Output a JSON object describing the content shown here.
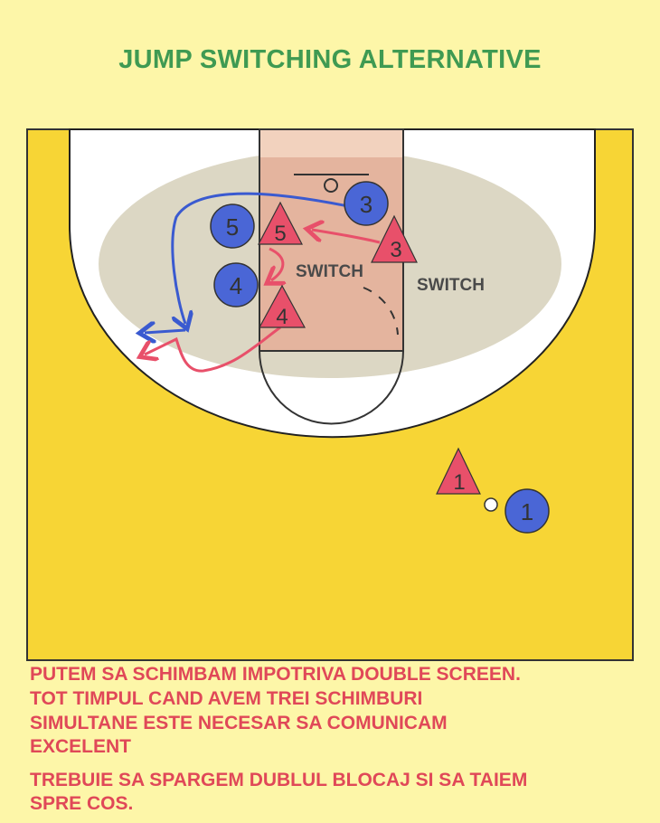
{
  "title": "JUMP SWITCHING ALTERNATIVE",
  "diagram": {
    "labels": {
      "switch_inner": "SWITCH",
      "switch_outer": "SWITCH"
    },
    "offense": [
      {
        "number": "3"
      },
      {
        "number": "5"
      },
      {
        "number": "4"
      },
      {
        "number": "1"
      }
    ],
    "defense": [
      {
        "number": "5"
      },
      {
        "number": "3"
      },
      {
        "number": "4"
      },
      {
        "number": "1"
      }
    ],
    "colors": {
      "offense": "#4a66d6",
      "defense": "#e8506a",
      "court": "#f7d535",
      "background": "#fdf6a8",
      "title": "#3f9a52",
      "notes": "#e04858"
    }
  },
  "notes": [
    "PUTEM SA SCHIMBAM IMPOTRIVA DOUBLE SCREEN.",
    "TOT TIMPUL CAND AVEM TREI SCHIMBURI",
    "SIMULTANE ESTE NECESAR SA COMUNICAM",
    "EXCELENT",
    "TREBUIE SA SPARGEM DUBLUL BLOCAJ SI SA TAIEM",
    "SPRE COS."
  ]
}
